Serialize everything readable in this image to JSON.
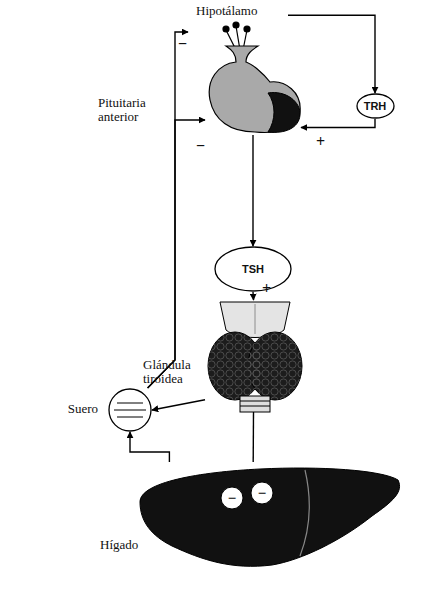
{
  "diagram": {
    "nodes": [
      {
        "text": [
          "Hipotálamo"
        ]
      },
      {
        "text": [
          "Pituitaria anterior"
        ]
      },
      {
        "text": [
          "TRH"
        ]
      },
      {
        "text": [
          "TSH"
        ]
      },
      {
        "text": [
          "Glándula tiroidea"
        ]
      },
      {
        "text": [
          "Suero"
        ]
      },
      {
        "text": [
          "Hígado"
        ]
      }
    ],
    "edges": [
      {
        "from": 0,
        "to": 2,
        "arrow": "to"
      },
      {
        "from": 2,
        "to": 1,
        "label": "+",
        "arrow": "to"
      },
      {
        "from": 1,
        "to": 3,
        "arrow": "to"
      },
      {
        "from": 3,
        "to": 4,
        "label": "+",
        "arrow": "to"
      },
      {
        "from": 4,
        "to": 5,
        "arrow": "to"
      },
      {
        "from": 4,
        "to": 6,
        "arrow": "none"
      },
      {
        "from": 6,
        "to": 5,
        "arrow": "to"
      },
      {
        "from": 5,
        "to": 0,
        "label": "−",
        "arrow": "to"
      },
      {
        "from": 5,
        "to": 1,
        "label": "−",
        "arrow": "to"
      }
    ],
    "labels": [
      "−",
      "−"
    ]
  }
}
